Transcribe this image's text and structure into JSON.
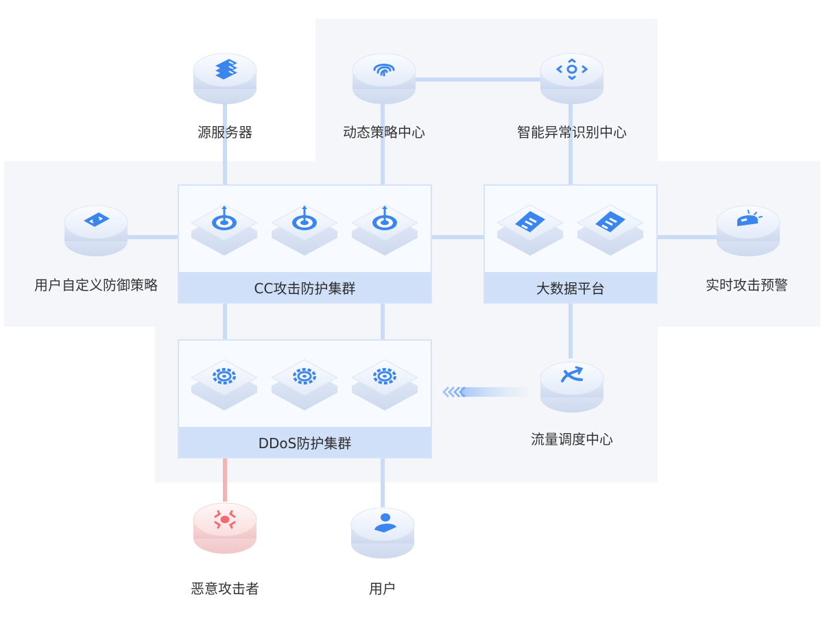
{
  "title": "CC攻击与DDoS防护架构",
  "nodes": {
    "origin_server": "源服务器",
    "dynamic_policy": "动态策略中心",
    "anomaly_center": "智能异常识别中心",
    "custom_policy": "用户自定义防御策略",
    "realtime_alert": "实时攻击预警",
    "traffic_dispatch": "流量调度中心",
    "attacker": "恶意攻击者",
    "user": "用户"
  },
  "clusters": {
    "cc": "CC攻击防护集群",
    "bigdata": "大数据平台",
    "ddos": "DDoS防护集群"
  },
  "colors": {
    "accent": "#3a86ee",
    "line": "#c9dcf7",
    "danger": "#f26b6f",
    "panel_bg": "#f5f6f9",
    "cluster_label_bg": "#cfe0f8"
  }
}
